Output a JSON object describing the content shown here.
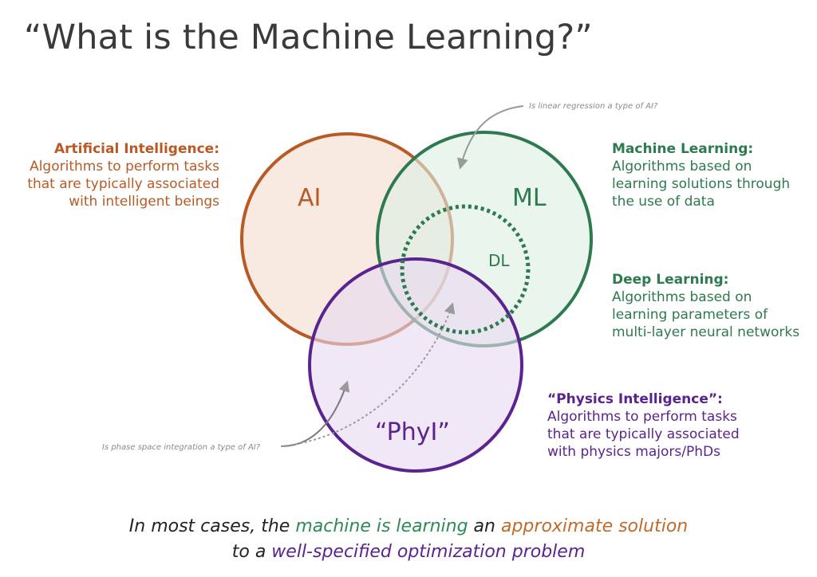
{
  "title": "“What is the Machine Learning?”",
  "descriptions": {
    "ai": {
      "head": "Artificial Intelligence:",
      "body": "Algorithms to perform tasks\nthat are typically associated\nwith intelligent beings"
    },
    "ml": {
      "head": "Machine Learning:",
      "body": "Algorithms based on\nlearning solutions through\nthe use of data"
    },
    "dl": {
      "head": "Deep Learning:",
      "body": "Algorithms based on\nlearning parameters of\nmulti-layer neural networks"
    },
    "phyi": {
      "head": "“Physics Intelligence”:",
      "body": "Algorithms to perform tasks\nthat are typically associated\nwith physics majors/PhDs"
    }
  },
  "circles": {
    "ai": "AI",
    "ml": "ML",
    "dl": "DL",
    "phyi": "“PhyI”"
  },
  "notes": {
    "linear_regression": "Is linear regression a type of AI?",
    "phase_space": "Is phase space integration a type of AI?"
  },
  "footer": {
    "p1": "In most cases, the ",
    "machine": "machine is learning",
    "p2": " an ",
    "approx": "approximate solution",
    "p3": "to a ",
    "problem": "well-specified optimization problem"
  },
  "colors": {
    "ai": "#b85a26",
    "ml": "#2e7a4f",
    "phyi": "#5b238f"
  }
}
